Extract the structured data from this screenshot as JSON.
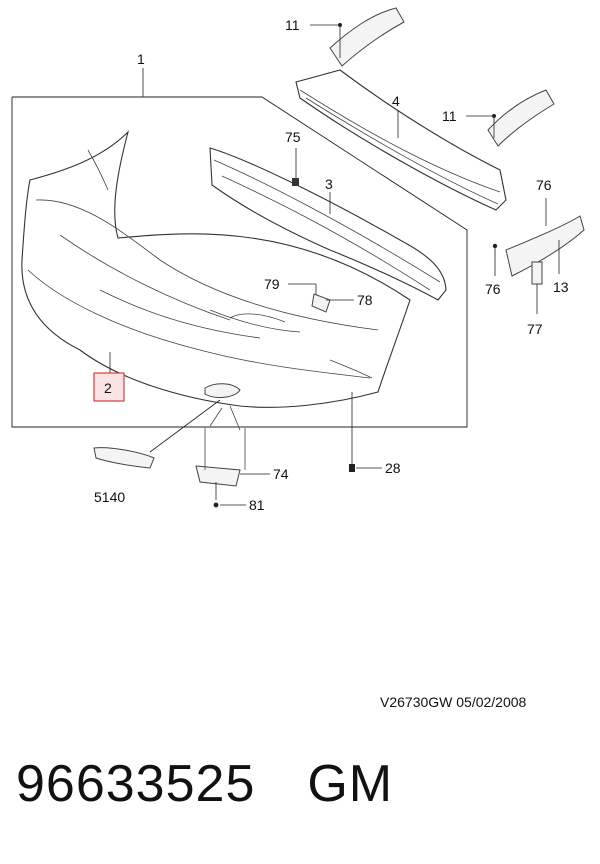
{
  "callouts": {
    "c1": "1",
    "c2": "2",
    "c3": "3",
    "c4": "4",
    "c11a": "11",
    "c11b": "11",
    "c13": "13",
    "c28": "28",
    "c74": "74",
    "c75": "75",
    "c76a": "76",
    "c76b": "76",
    "c77": "77",
    "c78": "78",
    "c79": "79",
    "c81": "81",
    "c5140": "5140"
  },
  "footer": {
    "reference": "V26730GW  05/02/2008",
    "part_number": "96633525",
    "brand": "GM"
  },
  "colors": {
    "line": "#222222",
    "highlight_box": "#d04040",
    "highlight_fill": "#fbe3e3"
  }
}
